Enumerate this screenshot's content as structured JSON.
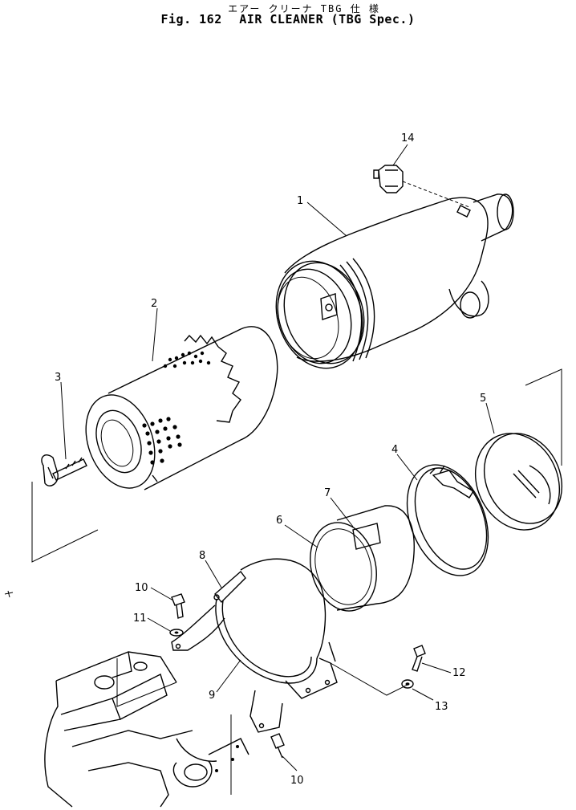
{
  "header": {
    "title_jp": "エアー クリーナ TBG 仕 様",
    "fig_label": "Fig. 162",
    "title_en": "AIR CLEANER (TBG Spec.)"
  },
  "callouts": [
    {
      "id": "c1",
      "label": "1"
    },
    {
      "id": "c2",
      "label": "2"
    },
    {
      "id": "c3",
      "label": "3"
    },
    {
      "id": "c4",
      "label": "4"
    },
    {
      "id": "c5",
      "label": "5"
    },
    {
      "id": "c6",
      "label": "6"
    },
    {
      "id": "c7",
      "label": "7"
    },
    {
      "id": "c8",
      "label": "8"
    },
    {
      "id": "c9",
      "label": "9"
    },
    {
      "id": "c10a",
      "label": "10"
    },
    {
      "id": "c10b",
      "label": "10"
    },
    {
      "id": "c11",
      "label": "11"
    },
    {
      "id": "c12",
      "label": "12"
    },
    {
      "id": "c13",
      "label": "13"
    },
    {
      "id": "c14",
      "label": "14"
    }
  ],
  "parts": [
    {
      "key": "air-cleaner-body",
      "ref": "1"
    },
    {
      "key": "outer-element",
      "ref": "2"
    },
    {
      "key": "wing-nut",
      "ref": "3"
    },
    {
      "key": "band-clamp",
      "ref": "4"
    },
    {
      "key": "end-cover",
      "ref": "5"
    },
    {
      "key": "safety-element",
      "ref": "6"
    },
    {
      "key": "element-label",
      "ref": "7"
    },
    {
      "key": "mounting-bracket",
      "ref": "8"
    },
    {
      "key": "support-band",
      "ref": "9"
    },
    {
      "key": "bolt",
      "ref": "10"
    },
    {
      "key": "washer",
      "ref": "11"
    },
    {
      "key": "bolt-right",
      "ref": "12"
    },
    {
      "key": "washer-right",
      "ref": "13"
    },
    {
      "key": "dust-indicator",
      "ref": "14"
    }
  ]
}
